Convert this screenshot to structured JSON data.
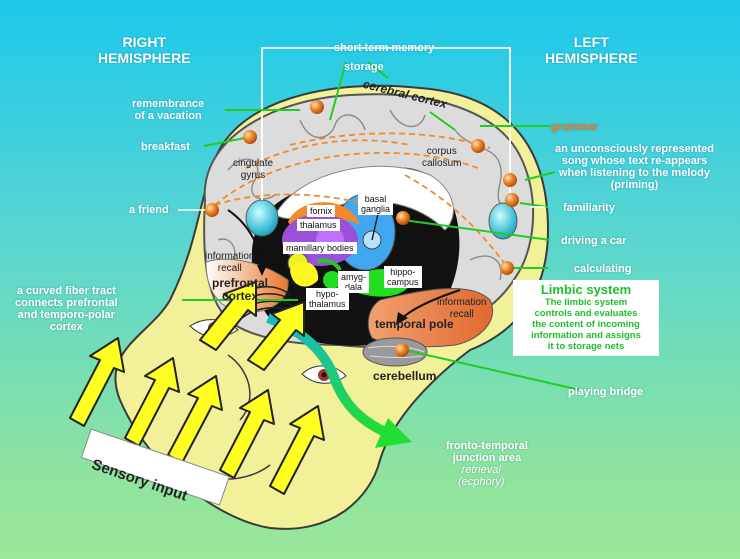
{
  "headings": {
    "right": "RIGHT\nHEMISPHERE",
    "left": "LEFT\nHEMISPHERE"
  },
  "labels": {
    "short_term_memory": "short term memory",
    "storage": "storage",
    "cerebral_cortex": "cerebral cortex",
    "remembrance": "remembrance\nof a vacation",
    "breakfast": "breakfast",
    "grammar": "grammar",
    "song": "an unconsciously represented\nsong whose text re-appears\nwhen listening to the melody\n(priming)",
    "corpus_callosum": "corpus\ncallosum",
    "cingulate_gyrus": "cingulate\ngyrus",
    "a_friend": "a friend",
    "familiarity": "familiarity",
    "fornix": "fornix",
    "thalamus": "thalamus",
    "basal_ganglia": "basal\nganglia",
    "driving_a_car": "driving a car",
    "mamillary_bodies": "mamillary bodies",
    "information_recall_left": "information\nrecall",
    "calculating": "calculating",
    "prefrontal_cortex": "prefrontal\ncortex",
    "amygdala": "amyg-\ndala",
    "hippocampus": "hippo-\ncampus",
    "hypothalamus": "hypo-\nthalamus",
    "curved_fiber_tract": "a curved fiber tract\nconnects prefrontal\nand temporo-polar\ncortex",
    "information_recall_right": "information\nrecall",
    "temporal_pole": "temporal pole",
    "cerebellum": "cerebellum",
    "playing_bridge": "playing bridge",
    "fronto_temporal": "fronto-temporal\njunction area",
    "retrieval": "retrieval\n(ecphory)",
    "sensory_input": "Sensory input"
  },
  "limbic": {
    "title": "Limbic system",
    "text": "The limbic system\ncontrols and evaluates\nthe content of incoming\ninformation and assigns\nit to storage nets"
  },
  "colors": {
    "background_top": "#1bc8ea",
    "background_bottom": "#9be79a",
    "head": "#f3f09a",
    "brain": "#dcdcdc",
    "node": "#f08a2a",
    "connector": "#22cc22",
    "arrow": "#ffff22",
    "limbic_text": "#1fbf2a",
    "grammar_text": "#f07a20"
  }
}
